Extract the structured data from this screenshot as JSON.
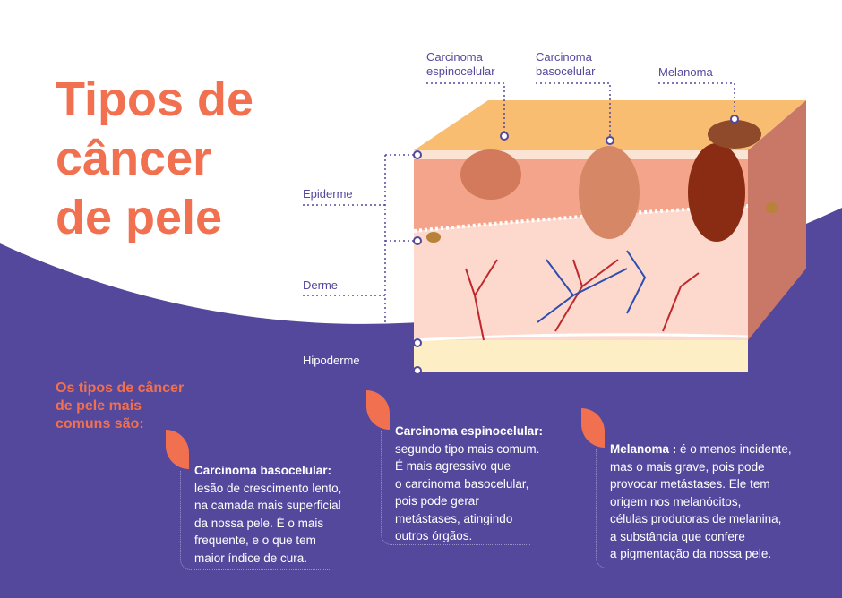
{
  "title": [
    "Tipos de",
    "câncer",
    "de pele"
  ],
  "diagram": {
    "top_labels": [
      {
        "line1": "Carcinoma",
        "line2": "espinocelular"
      },
      {
        "line1": "Carcinoma",
        "line2": "basocelular"
      },
      {
        "line1": "Melanoma",
        "line2": ""
      }
    ],
    "layers": [
      "Epiderme",
      "Derme",
      "Hipoderme"
    ]
  },
  "intro": [
    "Os tipos de câncer",
    "de pele mais",
    "comuns são:"
  ],
  "cards": [
    {
      "title": "Carcinoma basocelular:",
      "lines": [
        "lesão de crescimento lento,",
        "na camada mais superficial",
        "da nossa pele. É o mais",
        "frequente, e o que tem",
        "maior índice de cura."
      ]
    },
    {
      "title": "Carcinoma espinocelular:",
      "lines": [
        "segundo tipo mais comum.",
        "É mais agressivo que",
        "o carcinoma basocelular,",
        "pois pode gerar",
        "metástases, atingindo",
        "outros órgãos."
      ]
    },
    {
      "title": "Melanoma :",
      "first_rest": " é o menos incidente,",
      "lines": [
        "mas o mais grave, pois pode",
        "provocar metástases. Ele tem",
        "origem nos melanócitos,",
        "células produtoras de melanina,",
        "a substância que confere",
        "a pigmentação da nossa pele."
      ]
    }
  ],
  "colors": {
    "purple": "#54489c",
    "orange": "#f0704f"
  }
}
